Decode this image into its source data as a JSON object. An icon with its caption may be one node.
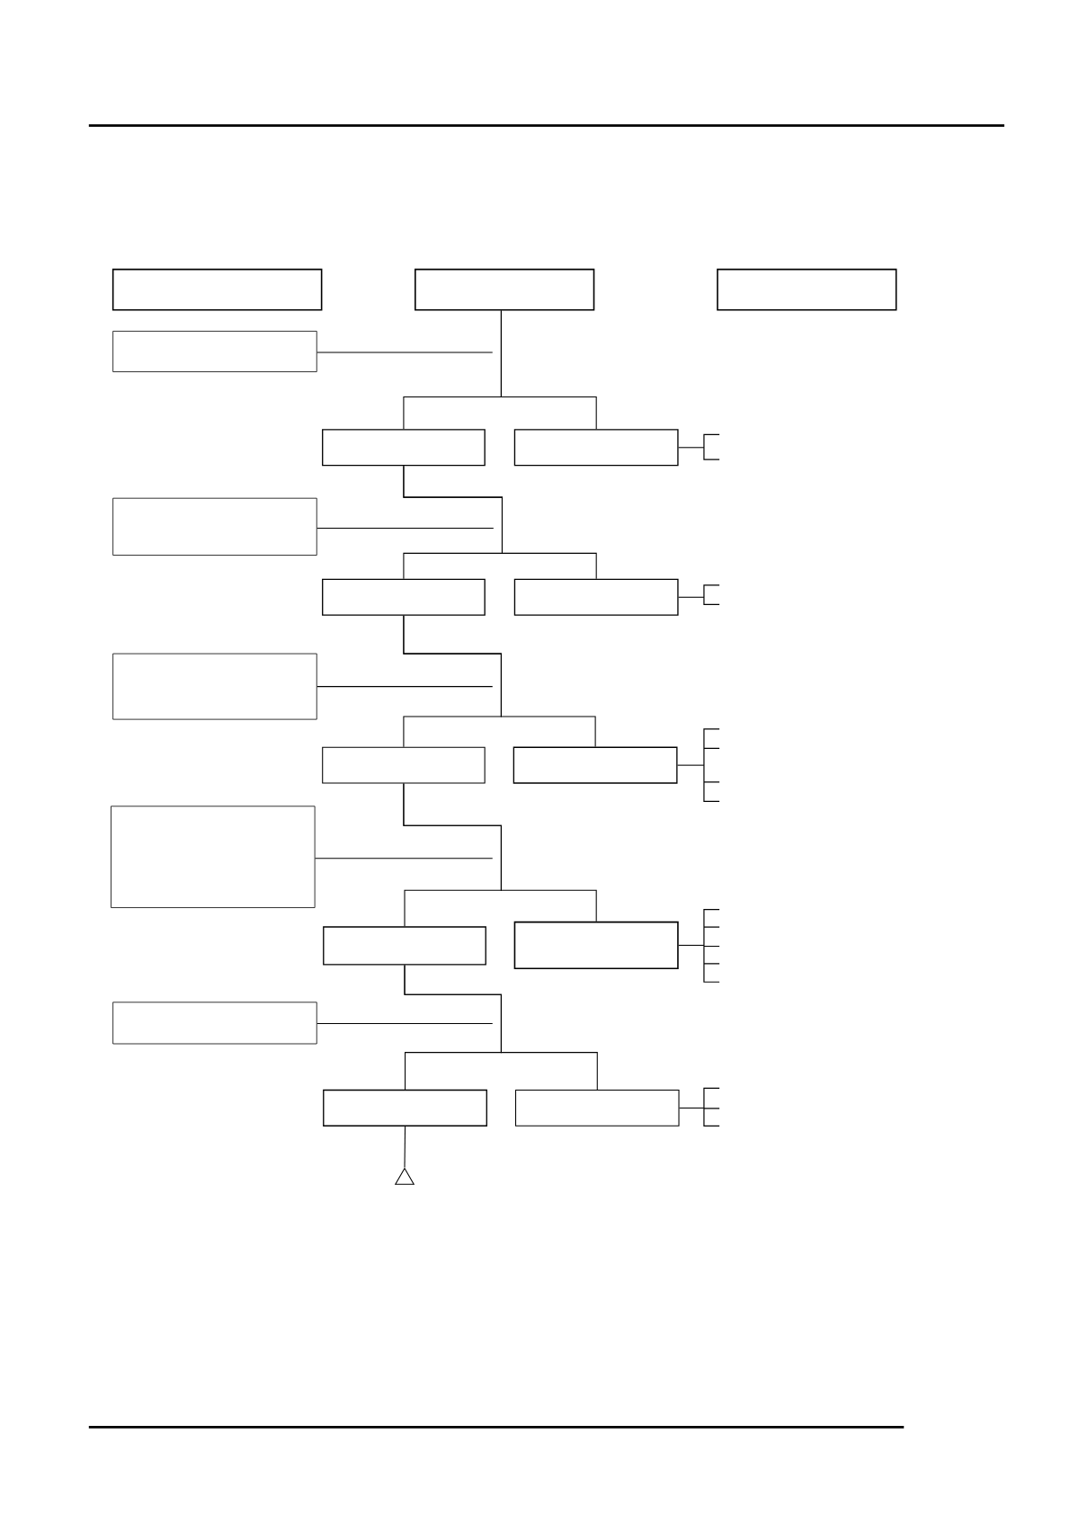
{
  "diagram": {
    "nodes": [
      {
        "text": [],
        "shape": "box"
      },
      {
        "text": [],
        "shape": "box"
      },
      {
        "text": [],
        "shape": "box"
      },
      {
        "text": [],
        "shape": "box"
      },
      {
        "text": [],
        "shape": "box"
      },
      {
        "text": [],
        "shape": "box"
      },
      {
        "text": [],
        "shape": "box"
      },
      {
        "text": [],
        "shape": "box"
      },
      {
        "text": [],
        "shape": "box"
      },
      {
        "text": [],
        "shape": "box"
      },
      {
        "text": [],
        "shape": "box"
      },
      {
        "text": [],
        "shape": "box"
      },
      {
        "text": [],
        "shape": "box"
      },
      {
        "text": [],
        "shape": "box"
      },
      {
        "text": [],
        "shape": "box"
      },
      {
        "text": [],
        "shape": "box"
      },
      {
        "text": [],
        "shape": "box"
      },
      {
        "text": [],
        "shape": "box"
      },
      {
        "text": [],
        "shape": "triangle"
      }
    ],
    "edges": [
      {
        "from": 1,
        "to": 4,
        "arrow": "none"
      },
      {
        "from": 1,
        "to": 5,
        "arrow": "none"
      },
      {
        "from": 3,
        "to": null,
        "arrow": "none"
      },
      {
        "from": 5,
        "to": null,
        "arrow": "none"
      },
      {
        "from": 4,
        "to": 7,
        "arrow": "none"
      },
      {
        "from": 4,
        "to": 8,
        "arrow": "none"
      },
      {
        "from": 6,
        "to": null,
        "arrow": "none"
      },
      {
        "from": 8,
        "to": null,
        "arrow": "none"
      },
      {
        "from": 7,
        "to": 10,
        "arrow": "none"
      },
      {
        "from": 7,
        "to": 11,
        "arrow": "none"
      },
      {
        "from": 9,
        "to": null,
        "arrow": "none"
      },
      {
        "from": 11,
        "to": null,
        "arrow": "none"
      },
      {
        "from": 10,
        "to": 13,
        "arrow": "none"
      },
      {
        "from": 10,
        "to": 14,
        "arrow": "none"
      },
      {
        "from": 12,
        "to": null,
        "arrow": "none"
      },
      {
        "from": 14,
        "to": null,
        "arrow": "none"
      },
      {
        "from": 13,
        "to": 16,
        "arrow": "none"
      },
      {
        "from": 13,
        "to": 17,
        "arrow": "none"
      },
      {
        "from": 15,
        "to": null,
        "arrow": "none"
      },
      {
        "from": 17,
        "to": null,
        "arrow": "none"
      },
      {
        "from": 16,
        "to": 18,
        "arrow": "none"
      }
    ]
  }
}
